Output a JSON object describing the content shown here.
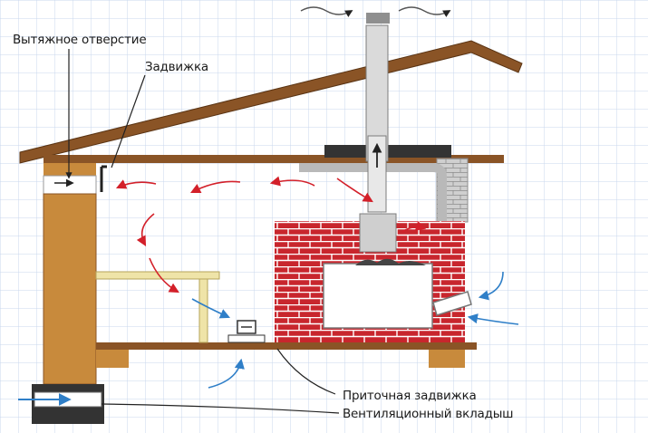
{
  "labels": {
    "exhaust_hole": "Вытяжное отверстие",
    "damper": "Задвижка",
    "supply_damper": "Приточная задвижка",
    "vent_insert": "Вентиляционный вкладыш"
  },
  "colors": {
    "grid": "#c9d7ee",
    "wood": "#8a5426",
    "log": "#c88a3c",
    "brick": "#c8262d",
    "red_arrow": "#d3202a",
    "blue_arrow": "#2f7fc8",
    "bench": "#efe4a8",
    "stone": "#b7b7b7"
  },
  "icons": [
    "airflow-arrow-red",
    "airflow-arrow-blue",
    "smoke-wave-arrow",
    "up-arrow"
  ]
}
